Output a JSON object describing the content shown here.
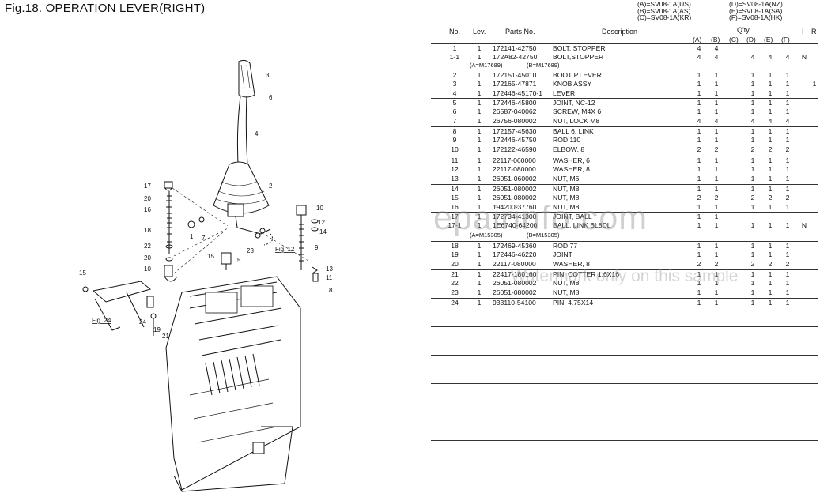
{
  "title": "Fig.18.  OPERATION LEVER(RIGHT)",
  "models_left": [
    "(A)=SV08-1A(US)",
    "(B)=SV08-1A(AS)",
    "(C)=SV08-1A(KR)"
  ],
  "models_right": [
    "(D)=SV08-1A(NZ)",
    "(E)=SV08-1A(SA)",
    "(F)=SV08-1A(HK)"
  ],
  "headers": {
    "no": "No.",
    "lev": "Lev.",
    "parts_no": "Parts No.",
    "description": "Description",
    "qty": "Q'ty",
    "i": "I",
    "r": "R"
  },
  "qty_cols": [
    "(A)",
    "(B)",
    "(C)",
    "(D)",
    "(E)",
    "(F)"
  ],
  "rows": [
    {
      "no": "1",
      "lev": "1",
      "pn": "172141-42750",
      "desc": "BOLT, STOPPER",
      "a": "4",
      "b": "4",
      "c": "",
      "d": "",
      "e": "",
      "f": "",
      "i": "",
      "r": ""
    },
    {
      "no": "1-1",
      "lev": "1",
      "pn": "172A82-42750",
      "desc": "BOLT,STOPPER",
      "a": "4",
      "b": "4",
      "c": "",
      "d": "4",
      "e": "4",
      "f": "4",
      "i": "N",
      "r": ""
    },
    {
      "no": "2",
      "lev": "1",
      "pn": "172151-45010",
      "desc": "BOOT P.LEVER",
      "a": "1",
      "b": "1",
      "c": "",
      "d": "1",
      "e": "1",
      "f": "1",
      "i": "",
      "r": ""
    },
    {
      "no": "3",
      "lev": "1",
      "pn": "172165-47871",
      "desc": "KNOB ASSY",
      "a": "1",
      "b": "1",
      "c": "",
      "d": "1",
      "e": "1",
      "f": "1",
      "i": "",
      "r": "1"
    },
    {
      "no": "4",
      "lev": "1",
      "pn": "172446-45170-1",
      "desc": "LEVER",
      "a": "1",
      "b": "1",
      "c": "",
      "d": "1",
      "e": "1",
      "f": "1",
      "i": "",
      "r": ""
    },
    {
      "no": "5",
      "lev": "1",
      "pn": "172446-45800",
      "desc": "JOINT, NC-12",
      "a": "1",
      "b": "1",
      "c": "",
      "d": "1",
      "e": "1",
      "f": "1",
      "i": "",
      "r": ""
    },
    {
      "no": "6",
      "lev": "1",
      "pn": "26587-040062",
      "desc": "SCREW, M4X 6",
      "a": "1",
      "b": "1",
      "c": "",
      "d": "1",
      "e": "1",
      "f": "1",
      "i": "",
      "r": ""
    },
    {
      "no": "7",
      "lev": "1",
      "pn": "26756-080002",
      "desc": "NUT, LOCK M8",
      "a": "4",
      "b": "4",
      "c": "",
      "d": "4",
      "e": "4",
      "f": "4",
      "i": "",
      "r": ""
    },
    {
      "no": "8",
      "lev": "1",
      "pn": "172157-45630",
      "desc": "BALL 6, LINK",
      "a": "1",
      "b": "1",
      "c": "",
      "d": "1",
      "e": "1",
      "f": "1",
      "i": "",
      "r": ""
    },
    {
      "no": "9",
      "lev": "1",
      "pn": "172446-45750",
      "desc": "ROD 110",
      "a": "1",
      "b": "1",
      "c": "",
      "d": "1",
      "e": "1",
      "f": "1",
      "i": "",
      "r": ""
    },
    {
      "no": "10",
      "lev": "1",
      "pn": "172122-46590",
      "desc": "ELBOW, 8",
      "a": "2",
      "b": "2",
      "c": "",
      "d": "2",
      "e": "2",
      "f": "2",
      "i": "",
      "r": ""
    },
    {
      "no": "11",
      "lev": "1",
      "pn": "22117-060000",
      "desc": "WASHER,  6",
      "a": "1",
      "b": "1",
      "c": "",
      "d": "1",
      "e": "1",
      "f": "1",
      "i": "",
      "r": ""
    },
    {
      "no": "12",
      "lev": "1",
      "pn": "22117-080000",
      "desc": "WASHER,  8",
      "a": "1",
      "b": "1",
      "c": "",
      "d": "1",
      "e": "1",
      "f": "1",
      "i": "",
      "r": ""
    },
    {
      "no": "13",
      "lev": "1",
      "pn": "26051-060002",
      "desc": "NUT, M6",
      "a": "1",
      "b": "1",
      "c": "",
      "d": "1",
      "e": "1",
      "f": "1",
      "i": "",
      "r": ""
    },
    {
      "no": "14",
      "lev": "1",
      "pn": "26051-080002",
      "desc": "NUT, M8",
      "a": "1",
      "b": "1",
      "c": "",
      "d": "1",
      "e": "1",
      "f": "1",
      "i": "",
      "r": ""
    },
    {
      "no": "15",
      "lev": "1",
      "pn": "26051-080002",
      "desc": "NUT, M8",
      "a": "2",
      "b": "2",
      "c": "",
      "d": "2",
      "e": "2",
      "f": "2",
      "i": "",
      "r": ""
    },
    {
      "no": "16",
      "lev": "1",
      "pn": "194200-37760",
      "desc": "NUT, M8",
      "a": "1",
      "b": "1",
      "c": "",
      "d": "1",
      "e": "1",
      "f": "1",
      "i": "",
      "r": ""
    },
    {
      "no": "17",
      "lev": "1",
      "pn": "172734-41300",
      "desc": "JOINT, BALL",
      "a": "1",
      "b": "1",
      "c": "",
      "d": "",
      "e": "",
      "f": "",
      "i": "",
      "r": ""
    },
    {
      "no": "17-1",
      "lev": "1",
      "pn": "1E6740-64200",
      "desc": "BALL, LINK BL8DL",
      "a": "1",
      "b": "1",
      "c": "",
      "d": "1",
      "e": "1",
      "f": "1",
      "i": "N",
      "r": ""
    },
    {
      "no": "18",
      "lev": "1",
      "pn": "172469-45360",
      "desc": "ROD 77",
      "a": "1",
      "b": "1",
      "c": "",
      "d": "1",
      "e": "1",
      "f": "1",
      "i": "",
      "r": ""
    },
    {
      "no": "19",
      "lev": "1",
      "pn": "172446-46220",
      "desc": "JOINT",
      "a": "1",
      "b": "1",
      "c": "",
      "d": "1",
      "e": "1",
      "f": "1",
      "i": "",
      "r": ""
    },
    {
      "no": "20",
      "lev": "1",
      "pn": "22117-080000",
      "desc": "WASHER,  8",
      "a": "2",
      "b": "2",
      "c": "",
      "d": "2",
      "e": "2",
      "f": "2",
      "i": "",
      "r": ""
    },
    {
      "no": "21",
      "lev": "1",
      "pn": "22417-180160",
      "desc": "PIN, COTTER 1.6X16",
      "a": "1",
      "b": "1",
      "c": "",
      "d": "1",
      "e": "1",
      "f": "1",
      "i": "",
      "r": ""
    },
    {
      "no": "22",
      "lev": "1",
      "pn": "26051-080002",
      "desc": "NUT, M8",
      "a": "1",
      "b": "1",
      "c": "",
      "d": "1",
      "e": "1",
      "f": "1",
      "i": "",
      "r": ""
    },
    {
      "no": "23",
      "lev": "1",
      "pn": "26051-080002",
      "desc": "NUT, M8",
      "a": "1",
      "b": "1",
      "c": "",
      "d": "1",
      "e": "1",
      "f": "1",
      "i": "",
      "r": ""
    },
    {
      "no": "24",
      "lev": "1",
      "pn": "933110-54100",
      "desc": "PIN, 4.75X14",
      "a": "1",
      "b": "1",
      "c": "",
      "d": "1",
      "e": "1",
      "f": "1",
      "i": "",
      "r": ""
    }
  ],
  "serials": [
    {
      "left": "(A=M17689)",
      "right": "(B=M17689)"
    },
    {
      "left": "(A=M15305)",
      "right": "(B=M15305)"
    }
  ],
  "watermark": "epairinfo.com",
  "watermark2": "Watermark only on this sample",
  "diagram": {
    "callouts": [
      "3",
      "6",
      "4",
      "2",
      "17",
      "20",
      "16",
      "18",
      "22",
      "20",
      "10",
      "15",
      "1",
      "7",
      "15",
      "5",
      "23",
      "Fig. 12",
      "9",
      "10",
      "12",
      "14",
      "13",
      "11",
      "8",
      "Fig. 24",
      "24",
      "19",
      "21"
    ]
  }
}
